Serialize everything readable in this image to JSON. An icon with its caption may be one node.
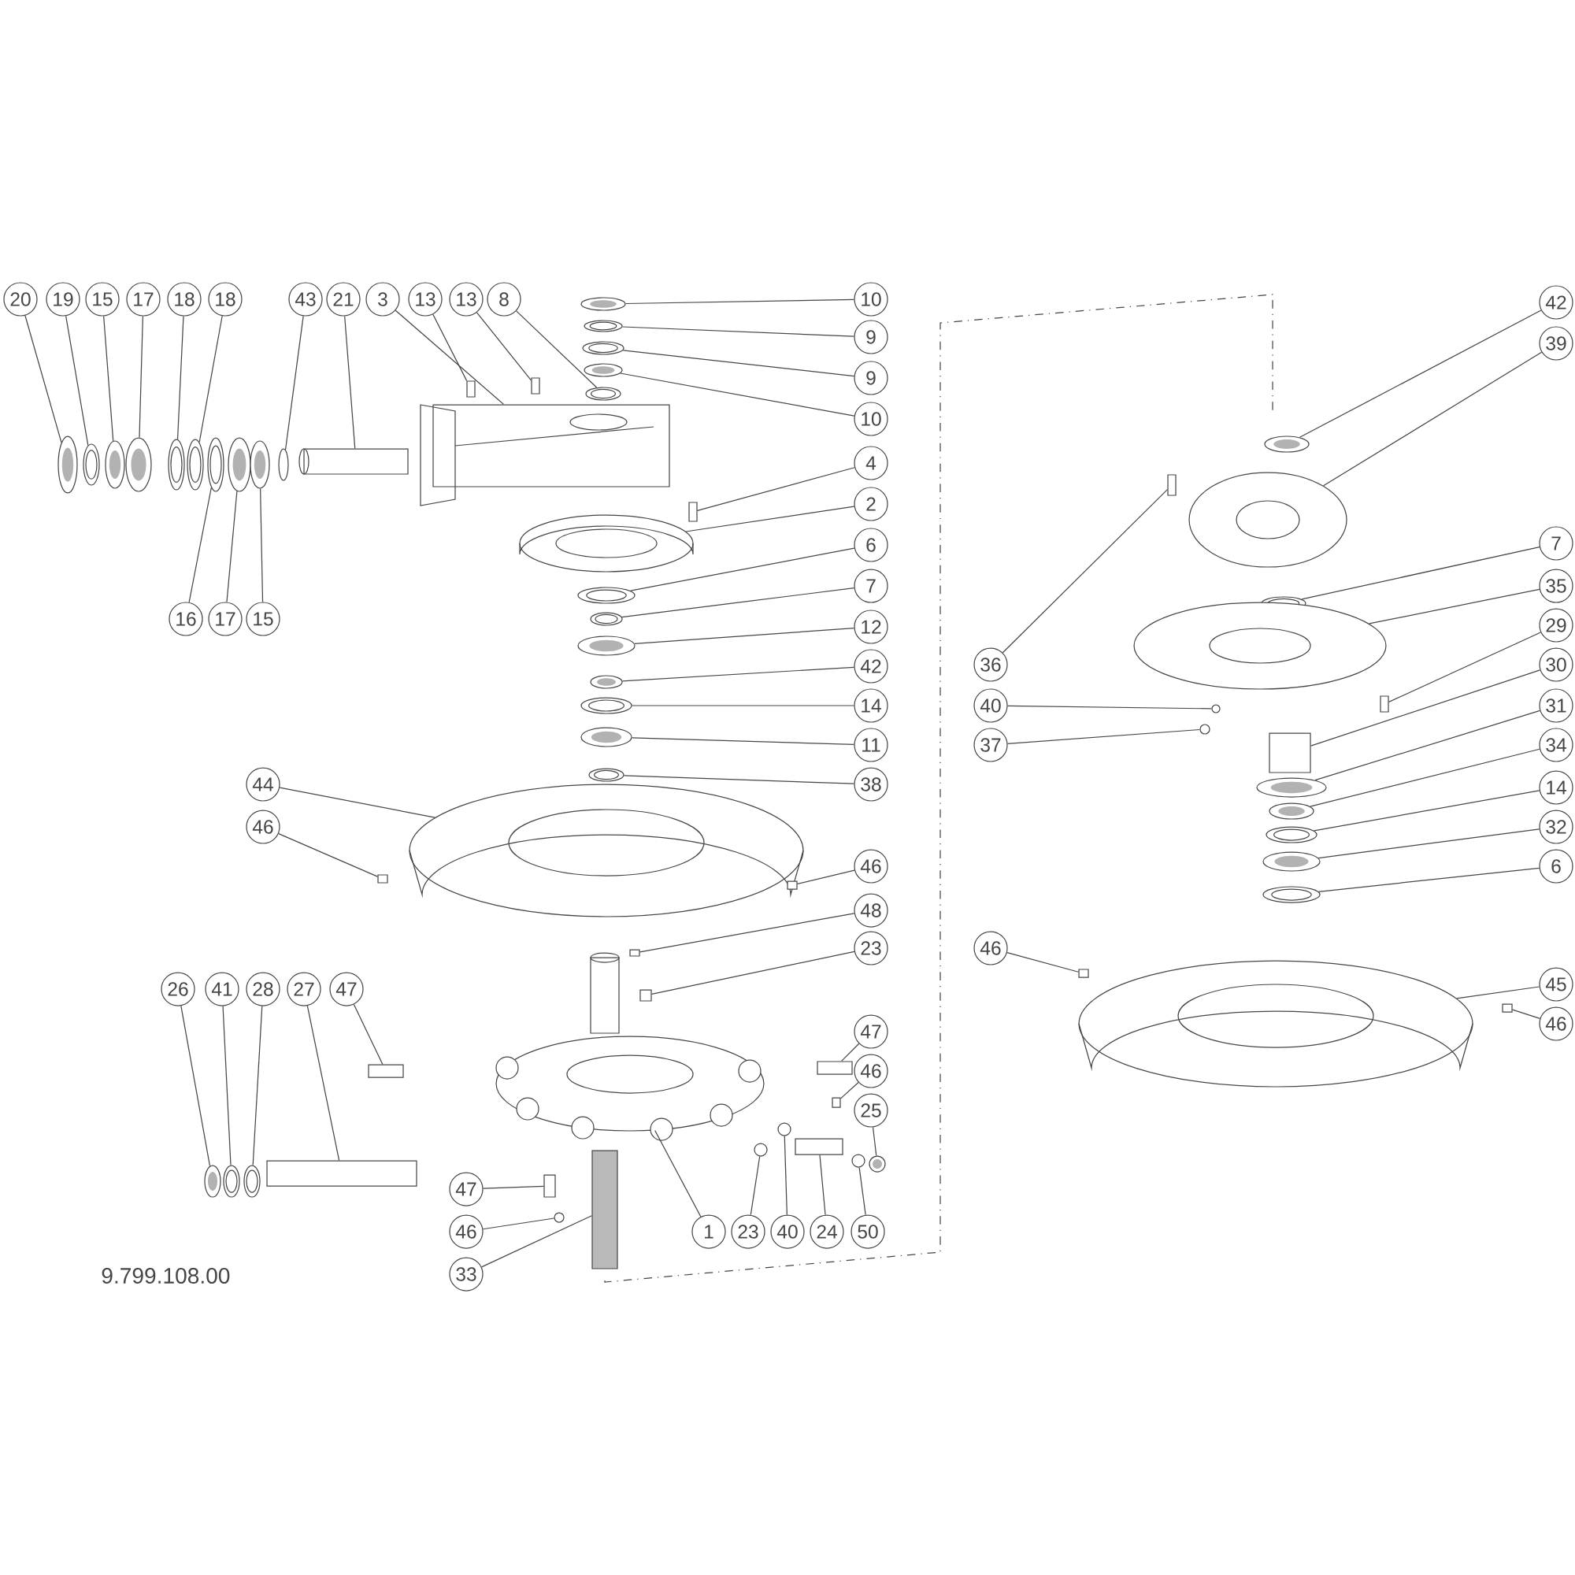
{
  "diagram": {
    "nodes": [
      {
        "text": [
          "20"
        ]
      },
      {
        "text": [
          "19"
        ]
      },
      {
        "text": [
          "15"
        ]
      },
      {
        "text": [
          "17"
        ]
      },
      {
        "text": [
          "18"
        ]
      },
      {
        "text": [
          "18"
        ]
      },
      {
        "text": [
          "43"
        ]
      },
      {
        "text": [
          "21"
        ]
      },
      {
        "text": [
          "3"
        ]
      },
      {
        "text": [
          "13"
        ]
      },
      {
        "text": [
          "13"
        ]
      },
      {
        "text": [
          "8"
        ]
      },
      {
        "text": [
          "10"
        ]
      },
      {
        "text": [
          "9"
        ]
      },
      {
        "text": [
          "9"
        ]
      },
      {
        "text": [
          "10"
        ]
      },
      {
        "text": [
          "4"
        ]
      },
      {
        "text": [
          "2"
        ]
      },
      {
        "text": [
          "6"
        ]
      },
      {
        "text": [
          "7"
        ]
      },
      {
        "text": [
          "12"
        ]
      },
      {
        "text": [
          "42"
        ]
      },
      {
        "text": [
          "14"
        ]
      },
      {
        "text": [
          "11"
        ]
      },
      {
        "text": [
          "38"
        ]
      },
      {
        "text": [
          "16"
        ]
      },
      {
        "text": [
          "17"
        ]
      },
      {
        "text": [
          "15"
        ]
      },
      {
        "text": [
          "44"
        ]
      },
      {
        "text": [
          "46"
        ]
      },
      {
        "text": [
          "46"
        ]
      },
      {
        "text": [
          "48"
        ]
      },
      {
        "text": [
          "23"
        ]
      },
      {
        "text": [
          "26"
        ]
      },
      {
        "text": [
          "41"
        ]
      },
      {
        "text": [
          "28"
        ]
      },
      {
        "text": [
          "27"
        ]
      },
      {
        "text": [
          "47"
        ]
      },
      {
        "text": [
          "47"
        ]
      },
      {
        "text": [
          "46"
        ]
      },
      {
        "text": [
          "25"
        ]
      },
      {
        "text": [
          "47"
        ]
      },
      {
        "text": [
          "46"
        ]
      },
      {
        "text": [
          "33"
        ]
      },
      {
        "text": [
          "1"
        ]
      },
      {
        "text": [
          "23"
        ]
      },
      {
        "text": [
          "40"
        ]
      },
      {
        "text": [
          "24"
        ]
      },
      {
        "text": [
          "50"
        ]
      },
      {
        "text": [
          "42"
        ]
      },
      {
        "text": [
          "39"
        ]
      },
      {
        "text": [
          "36"
        ]
      },
      {
        "text": [
          "7"
        ]
      },
      {
        "text": [
          "35"
        ]
      },
      {
        "text": [
          "29"
        ]
      },
      {
        "text": [
          "30"
        ]
      },
      {
        "text": [
          "40"
        ]
      },
      {
        "text": [
          "31"
        ]
      },
      {
        "text": [
          "37"
        ]
      },
      {
        "text": [
          "34"
        ]
      },
      {
        "text": [
          "14"
        ]
      },
      {
        "text": [
          "32"
        ]
      },
      {
        "text": [
          "6"
        ]
      },
      {
        "text": [
          "46"
        ]
      },
      {
        "text": [
          "45"
        ]
      },
      {
        "text": [
          "46"
        ]
      },
      {
        "text": [],
        "shape": "ellipse"
      },
      {
        "text": [],
        "shape": "ellipse"
      },
      {
        "text": [],
        "shape": "ellipse"
      },
      {
        "text": [],
        "shape": "ellipse"
      },
      {
        "text": [],
        "shape": "ellipse"
      },
      {
        "text": [],
        "shape": "ellipse"
      },
      {
        "text": [],
        "shape": "ellipse"
      },
      {
        "text": [],
        "shape": "box"
      },
      {
        "text": [],
        "shape": "box"
      },
      {
        "text": [],
        "shape": "box"
      },
      {
        "text": [],
        "shape": "box"
      },
      {
        "text": [],
        "shape": "ellipse"
      },
      {
        "text": [],
        "shape": "ellipse"
      },
      {
        "text": [],
        "shape": "ellipse"
      },
      {
        "text": [],
        "shape": "ellipse"
      },
      {
        "text": [],
        "shape": "ellipse"
      },
      {
        "text": [],
        "shape": "box"
      },
      {
        "text": [],
        "shape": "ellipse"
      },
      {
        "text": [],
        "shape": "ellipse"
      },
      {
        "text": [],
        "shape": "ellipse"
      },
      {
        "text": [],
        "shape": "ellipse"
      },
      {
        "text": [],
        "shape": "ellipse"
      },
      {
        "text": [],
        "shape": "ellipse"
      },
      {
        "text": [],
        "shape": "ellipse"
      },
      {
        "text": [],
        "shape": "ellipse"
      },
      {
        "text": [],
        "shape": "ellipse"
      },
      {
        "text": [],
        "shape": "ellipse"
      },
      {
        "text": [],
        "shape": "ellipse"
      },
      {
        "text": [],
        "shape": "ellipse"
      },
      {
        "text": [],
        "shape": "box"
      },
      {
        "text": [],
        "shape": "box"
      },
      {
        "text": [],
        "shape": "box"
      },
      {
        "text": [],
        "shape": "box"
      },
      {
        "text": [],
        "shape": "ellipse"
      },
      {
        "text": [],
        "shape": "ellipse"
      },
      {
        "text": [],
        "shape": "ellipse"
      },
      {
        "text": [],
        "shape": "box"
      },
      {
        "text": [],
        "shape": "box"
      },
      {
        "text": [],
        "shape": "box"
      },
      {
        "text": [],
        "shape": "box"
      },
      {
        "text": [],
        "shape": "ellipse"
      },
      {
        "text": [],
        "shape": "box"
      },
      {
        "text": [],
        "shape": "ellipse"
      },
      {
        "text": [],
        "shape": "box"
      },
      {
        "text": [],
        "shape": "ellipse"
      },
      {
        "text": [],
        "shape": "ellipse"
      },
      {
        "text": [],
        "shape": "ellipse"
      },
      {
        "text": [],
        "shape": "box"
      },
      {
        "text": [],
        "shape": "ellipse"
      },
      {
        "text": [],
        "shape": "ellipse"
      },
      {
        "text": [],
        "shape": "ellipse"
      },
      {
        "text": [],
        "shape": "box"
      },
      {
        "text": [],
        "shape": "ellipse"
      },
      {
        "text": [],
        "shape": "ellipse"
      },
      {
        "text": [],
        "shape": "box"
      },
      {
        "text": [],
        "shape": "box"
      },
      {
        "text": [],
        "shape": "ellipse"
      },
      {
        "text": [],
        "shape": "ellipse"
      },
      {
        "text": [],
        "shape": "ellipse"
      },
      {
        "text": [],
        "shape": "ellipse"
      },
      {
        "text": [],
        "shape": "ellipse"
      },
      {
        "text": [],
        "shape": "ellipse"
      },
      {
        "text": [],
        "shape": "ellipse"
      },
      {
        "text": [],
        "shape": "box"
      },
      {
        "text": [],
        "shape": "ellipse"
      },
      {
        "text": [],
        "shape": "box"
      }
    ],
    "edges": [
      {
        "from": 0,
        "to": 66,
        "arrow": "none"
      },
      {
        "from": 1,
        "to": 67,
        "arrow": "none"
      },
      {
        "from": 2,
        "to": 68,
        "arrow": "none"
      },
      {
        "from": 3,
        "to": 69,
        "arrow": "none"
      },
      {
        "from": 4,
        "to": 70,
        "arrow": "none"
      },
      {
        "from": 5,
        "to": 71,
        "arrow": "none"
      },
      {
        "from": 6,
        "to": 72,
        "arrow": "none"
      },
      {
        "from": 7,
        "to": 73,
        "arrow": "none"
      },
      {
        "from": 8,
        "to": 74,
        "arrow": "none"
      },
      {
        "from": 9,
        "to": 75,
        "arrow": "none"
      },
      {
        "from": 10,
        "to": 76,
        "arrow": "none"
      },
      {
        "from": 11,
        "to": 77,
        "arrow": "none"
      },
      {
        "from": 12,
        "to": 78,
        "arrow": "none"
      },
      {
        "from": 13,
        "to": 79,
        "arrow": "none"
      },
      {
        "from": 14,
        "to": 80,
        "arrow": "none"
      },
      {
        "from": 15,
        "to": 81,
        "arrow": "none"
      },
      {
        "from": 16,
        "to": 82,
        "arrow": "none"
      },
      {
        "from": 17,
        "to": 83,
        "arrow": "none"
      },
      {
        "from": 18,
        "to": 84,
        "arrow": "none"
      },
      {
        "from": 19,
        "to": 85,
        "arrow": "none"
      },
      {
        "from": 20,
        "to": 86,
        "arrow": "none"
      },
      {
        "from": 21,
        "to": 87,
        "arrow": "none"
      },
      {
        "from": 22,
        "to": 88,
        "arrow": "none"
      },
      {
        "from": 23,
        "to": 89,
        "arrow": "none"
      },
      {
        "from": 24,
        "to": 90,
        "arrow": "none"
      },
      {
        "from": 25,
        "to": 91,
        "arrow": "none"
      },
      {
        "from": 26,
        "to": 92,
        "arrow": "none"
      },
      {
        "from": 27,
        "to": 93,
        "arrow": "none"
      },
      {
        "from": 28,
        "to": 94,
        "arrow": "none"
      },
      {
        "from": 29,
        "to": 95,
        "arrow": "none"
      },
      {
        "from": 30,
        "to": 96,
        "arrow": "none"
      },
      {
        "from": 31,
        "to": 97,
        "arrow": "none"
      },
      {
        "from": 32,
        "to": 98,
        "arrow": "none"
      },
      {
        "from": 33,
        "to": 99,
        "arrow": "none"
      },
      {
        "from": 34,
        "to": 100,
        "arrow": "none"
      },
      {
        "from": 35,
        "to": 101,
        "arrow": "none"
      },
      {
        "from": 36,
        "to": 102,
        "arrow": "none"
      },
      {
        "from": 37,
        "to": 103,
        "arrow": "none"
      },
      {
        "from": 38,
        "to": 104,
        "arrow": "none"
      },
      {
        "from": 39,
        "to": 105,
        "arrow": "none"
      },
      {
        "from": 40,
        "to": 106,
        "arrow": "none"
      },
      {
        "from": 41,
        "to": 107,
        "arrow": "none"
      },
      {
        "from": 42,
        "to": 108,
        "arrow": "none"
      },
      {
        "from": 43,
        "to": 109,
        "arrow": "none"
      },
      {
        "from": 44,
        "to": 110,
        "arrow": "none"
      },
      {
        "from": 45,
        "to": 111,
        "arrow": "none"
      },
      {
        "from": 46,
        "to": 112,
        "arrow": "none"
      },
      {
        "from": 47,
        "to": 113,
        "arrow": "none"
      },
      {
        "from": 48,
        "to": 114,
        "arrow": "none"
      },
      {
        "from": 49,
        "to": 115,
        "arrow": "none"
      },
      {
        "from": 50,
        "to": 116,
        "arrow": "none"
      },
      {
        "from": 51,
        "to": 117,
        "arrow": "none"
      },
      {
        "from": 52,
        "to": 118,
        "arrow": "none"
      },
      {
        "from": 53,
        "to": 119,
        "arrow": "none"
      },
      {
        "from": 54,
        "to": 120,
        "arrow": "none"
      },
      {
        "from": 55,
        "to": 121,
        "arrow": "none"
      },
      {
        "from": 56,
        "to": 122,
        "arrow": "none"
      },
      {
        "from": 57,
        "to": 123,
        "arrow": "none"
      },
      {
        "from": 58,
        "to": 124,
        "arrow": "none"
      },
      {
        "from": 59,
        "to": 125,
        "arrow": "none"
      },
      {
        "from": 60,
        "to": 126,
        "arrow": "none"
      },
      {
        "from": 61,
        "to": 127,
        "arrow": "none"
      },
      {
        "from": 62,
        "to": 128,
        "arrow": "none"
      },
      {
        "from": 63,
        "to": 129,
        "arrow": "none"
      },
      {
        "from": 64,
        "to": 130,
        "arrow": "none"
      },
      {
        "from": 65,
        "to": 131,
        "arrow": "none"
      }
    ],
    "labels": [
      "9.799.108.00"
    ]
  }
}
